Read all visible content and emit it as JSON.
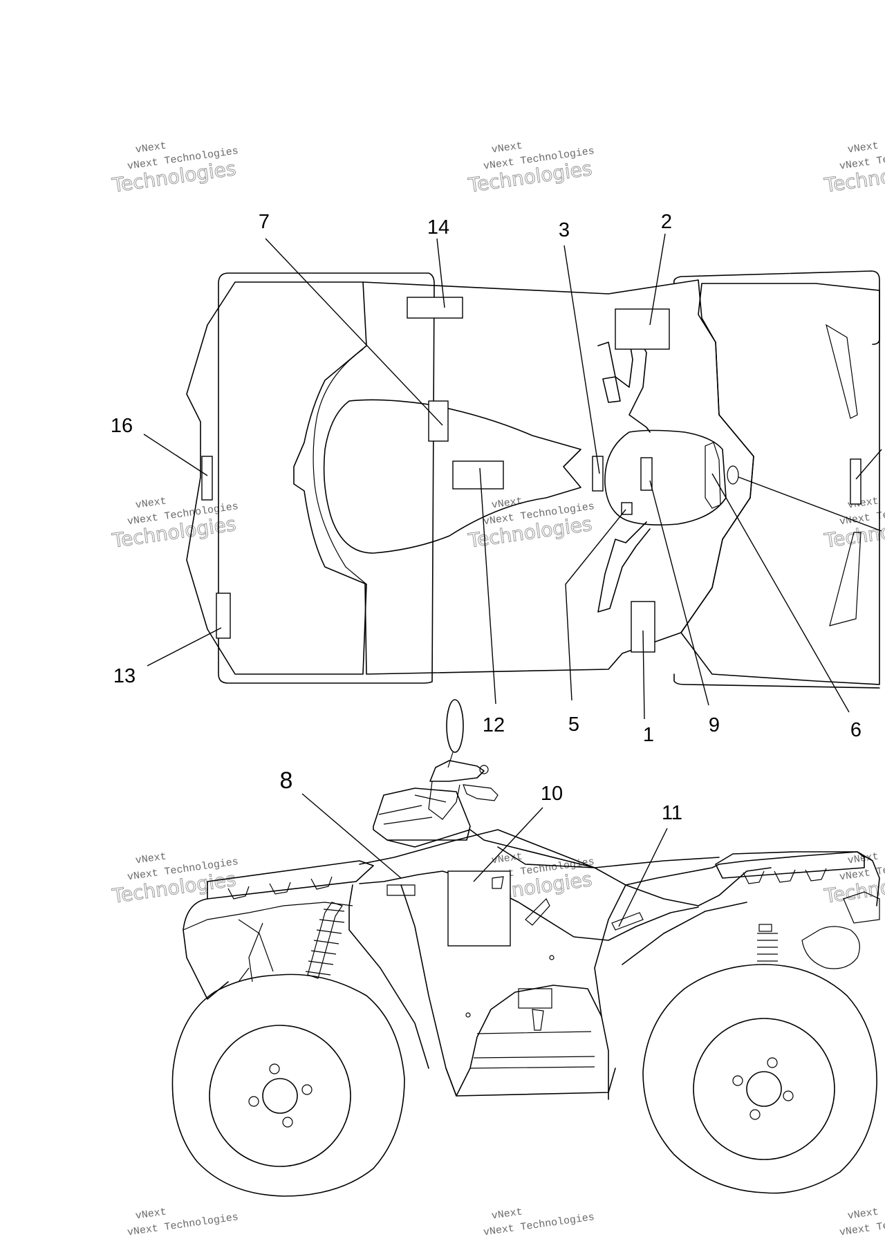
{
  "watermark": {
    "line1": "vNext",
    "line2": "vNext Technologies",
    "line3": "Technologies"
  },
  "callouts": [
    {
      "id": "7",
      "text": "7"
    },
    {
      "id": "14",
      "text": "14"
    },
    {
      "id": "3",
      "text": "3"
    },
    {
      "id": "2",
      "text": "2"
    },
    {
      "id": "16",
      "text": "16"
    },
    {
      "id": "13",
      "text": "13"
    },
    {
      "id": "12",
      "text": "12"
    },
    {
      "id": "5",
      "text": "5"
    },
    {
      "id": "1",
      "text": "1"
    },
    {
      "id": "9",
      "text": "9"
    },
    {
      "id": "6",
      "text": "6"
    },
    {
      "id": "8",
      "text": "8"
    },
    {
      "id": "10",
      "text": "10"
    },
    {
      "id": "11",
      "text": "11"
    }
  ]
}
